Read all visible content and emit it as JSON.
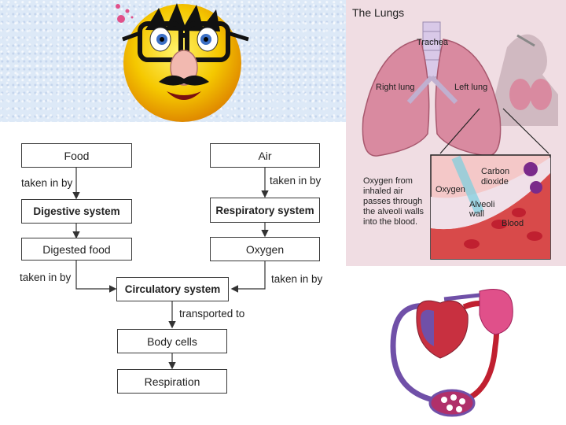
{
  "flowchart": {
    "food": "Food",
    "air": "Air",
    "taken_in_by_1": "taken in by",
    "taken_in_by_2": "taken in by",
    "taken_in_by_3": "taken in by",
    "taken_in_by_4": "taken in by",
    "digestive": "Digestive system",
    "respiratory": "Respiratory system",
    "digested_food": "Digested food",
    "oxygen": "Oxygen",
    "circulatory": "Circulatory system",
    "transported_to": "transported to",
    "body_cells": "Body cells",
    "respiration": "Respiration"
  },
  "lungs": {
    "title": "The Lungs",
    "trachea": "Trachea",
    "right_lung": "Right lung",
    "left_lung": "Left lung",
    "caption_1": "Oxygen from",
    "caption_2": "inhaled air",
    "caption_3": "passes through",
    "caption_4": "the alveoli walls",
    "caption_5": "into the blood.",
    "carbon": "Carbon",
    "dioxide": "dioxide",
    "oxygen": "Oxygen",
    "alveoli": "Alveoli",
    "wall": "wall",
    "blood": "Blood"
  },
  "colors": {
    "lung_pink": "#d98aa0",
    "heart_red": "#c0303a",
    "vessel_purple": "#7050a8",
    "smiley_yellow": "#f5c800"
  },
  "icons": [
    "smiley-disguise-icon",
    "heart-circulation-icon",
    "lungs-illustration-icon"
  ]
}
